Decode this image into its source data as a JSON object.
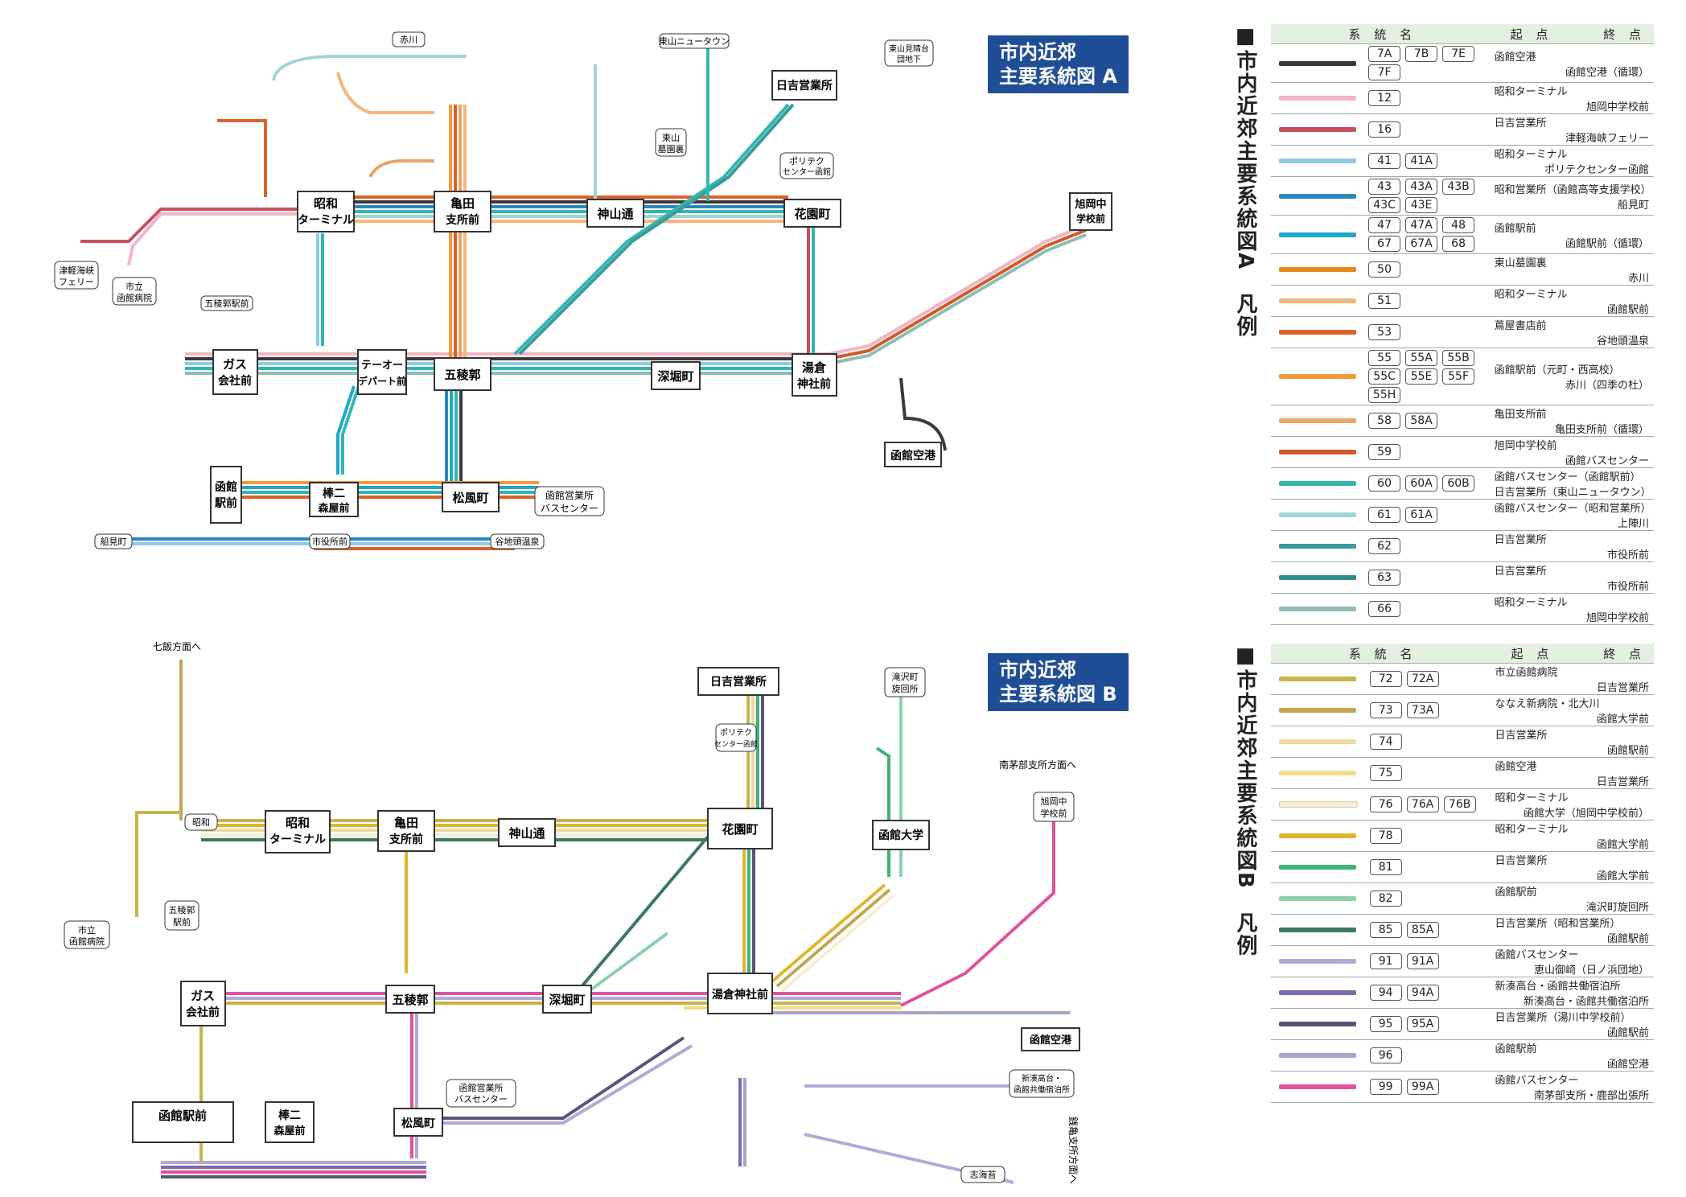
{
  "map_a": {
    "title_line1": "市内近郊",
    "title_line2": "主要系統図 A",
    "hubs": [
      {
        "id": "showa",
        "label1": "昭和",
        "label2": "ターミナル"
      },
      {
        "id": "kameda",
        "label1": "亀田",
        "label2": "支所前"
      },
      {
        "id": "kamiyama",
        "label1": "神山通",
        "label2": ""
      },
      {
        "id": "hanazono",
        "label1": "花園町",
        "label2": ""
      },
      {
        "id": "gas",
        "label1": "ガス",
        "label2": "会社前"
      },
      {
        "id": "teo",
        "label1": "テーオー",
        "label2": "デパート前"
      },
      {
        "id": "goryokaku",
        "label1": "五稜郭",
        "label2": ""
      },
      {
        "id": "fukahori",
        "label1": "深堀町",
        "label2": ""
      },
      {
        "id": "yunokawa",
        "label1": "湯倉",
        "label2": "神社前"
      },
      {
        "id": "hakodate_st",
        "label1": "函館",
        "label2": "駅前"
      },
      {
        "id": "muni",
        "label1": "棒二",
        "label2": "森屋前"
      },
      {
        "id": "matsukaze",
        "label1": "松風町",
        "label2": ""
      },
      {
        "id": "hiyoshi",
        "label1": "日吉営業所",
        "label2": ""
      },
      {
        "id": "asahioka",
        "label1": "旭岡中",
        "label2": "学校前"
      },
      {
        "id": "airport",
        "label1": "函館空港",
        "label2": ""
      }
    ],
    "terminals": [
      {
        "label1": "津軽海峡",
        "label2": "フェリー"
      },
      {
        "label1": "市立",
        "label2": "函館病院"
      },
      {
        "label1": "函館営業所",
        "label2": "バスセンター"
      },
      {
        "label1": "船見町",
        "label2": ""
      },
      {
        "label1": "谷地頭温泉",
        "label2": ""
      },
      {
        "label1": "市役所前",
        "label2": ""
      },
      {
        "label1": "赤川",
        "label2": ""
      },
      {
        "label1": "東山ニュータウン",
        "label2": ""
      },
      {
        "label1": "東山見晴台",
        "label2": "団地下"
      },
      {
        "label1": "東山",
        "label2": "墓園裏"
      },
      {
        "label1": "ポリテク",
        "label2": "センター函館"
      },
      {
        "label1": "五稜郭駅前",
        "label2": ""
      }
    ]
  },
  "map_b": {
    "title_line1": "市内近郊",
    "title_line2": "主要系統図 B",
    "hubs": [
      {
        "id": "showa",
        "label1": "昭和",
        "label2": "ターミナル"
      },
      {
        "id": "kameda",
        "label1": "亀田",
        "label2": "支所前"
      },
      {
        "id": "kamiyama",
        "label1": "神山通",
        "label2": ""
      },
      {
        "id": "hanazono",
        "label1": "花園町",
        "label2": ""
      },
      {
        "id": "gas",
        "label1": "ガス",
        "label2": "会社前"
      },
      {
        "id": "goryokaku",
        "label1": "五稜郭",
        "label2": ""
      },
      {
        "id": "fukahori",
        "label1": "深堀町",
        "label2": ""
      },
      {
        "id": "yunokawa",
        "label1": "湯倉神社前",
        "label2": ""
      },
      {
        "id": "hakodate_st",
        "label1": "函館駅前",
        "label2": ""
      },
      {
        "id": "muni",
        "label1": "棒二",
        "label2": "森屋前"
      },
      {
        "id": "matsukaze",
        "label1": "松風町",
        "label2": ""
      },
      {
        "id": "hiyoshi",
        "label1": "日吉営業所",
        "label2": ""
      },
      {
        "id": "daigaku",
        "label1": "函館大学",
        "label2": ""
      },
      {
        "id": "airport",
        "label1": "函館空港",
        "label2": ""
      },
      {
        "id": "takizawa",
        "label1": "滝沢町",
        "label2": "旋回所"
      },
      {
        "id": "asahioka",
        "label1": "旭岡中",
        "label2": "学校前"
      }
    ],
    "terminals": [
      {
        "label1": "七飯方面へ",
        "label2": ""
      },
      {
        "label1": "南茅部支所方面へ",
        "label2": ""
      },
      {
        "label1": "銭亀支所方面へ",
        "label2": ""
      },
      {
        "label1": "市立",
        "label2": "函館病院"
      },
      {
        "label1": "五稜郭",
        "label2": "駅前"
      },
      {
        "label1": "函館営業所",
        "label2": "バスセンター"
      },
      {
        "label1": "新湊高台・",
        "label2": "函館共働宿泊所"
      },
      {
        "label1": "志海苔",
        "label2": ""
      },
      {
        "label1": "ポリテク",
        "label2": "センター函館"
      },
      {
        "label1": "昭和",
        "label2": ""
      }
    ]
  },
  "legend_a": {
    "heading": "■市内近郊主要系統図A　凡例",
    "col_route": "系 統 名",
    "col_origin": "起 点",
    "col_end": "終 点",
    "rows": [
      {
        "color": "#3a3a3a",
        "routes": [
          "7A",
          "7B",
          "7E",
          "7F"
        ],
        "origin": "函館空港",
        "end": "函館空港（循環）"
      },
      {
        "color": "#f3b5c3",
        "routes": [
          "12"
        ],
        "origin": "昭和ターミナル",
        "end": "旭岡中学校前"
      },
      {
        "color": "#c8505e",
        "routes": [
          "16"
        ],
        "origin": "日吉営業所",
        "end": "津軽海峡フェリー"
      },
      {
        "color": "#8fcbe6",
        "routes": [
          "41",
          "41A"
        ],
        "origin": "昭和ターミナル",
        "end": "ポリテクセンター函館"
      },
      {
        "color": "#2d86bf",
        "routes": [
          "43",
          "43A",
          "43B",
          "43C",
          "43E"
        ],
        "origin": "昭和営業所（函館高等支援学校）",
        "end": "船見町"
      },
      {
        "color": "#1fa8c9",
        "routes": [
          "47",
          "47A",
          "48",
          "67",
          "67A",
          "68"
        ],
        "origin": "函館駅前",
        "end": "函館駅前（循環）"
      },
      {
        "color": "#e8861c",
        "routes": [
          "50"
        ],
        "origin": "東山墓園裏",
        "end": "赤川"
      },
      {
        "color": "#f5b57c",
        "routes": [
          "51"
        ],
        "origin": "昭和ターミナル",
        "end": "函館駅前"
      },
      {
        "color": "#d9622b",
        "routes": [
          "53"
        ],
        "origin": "蔦屋書店前",
        "end": "谷地頭温泉"
      },
      {
        "color": "#ef9a3a",
        "routes": [
          "55",
          "55A",
          "55B",
          "55C",
          "55E",
          "55F",
          "55H"
        ],
        "origin": "函館駅前（元町・西高校）",
        "end": "赤川（四季の杜）"
      },
      {
        "color": "#e8a56a",
        "routes": [
          "58",
          "58A"
        ],
        "origin": "亀田支所前",
        "end": "亀田支所前（循環）"
      },
      {
        "color": "#d2592a",
        "routes": [
          "59"
        ],
        "origin": "旭岡中学校前",
        "end": "函館バスセンター"
      },
      {
        "color": "#33b6b0",
        "routes": [
          "60",
          "60A",
          "60B"
        ],
        "origin": "函館バスセンター（函館駅前）",
        "end": "日吉営業所（東山ニュータウン）"
      },
      {
        "color": "#9fd6d1",
        "routes": [
          "61",
          "61A"
        ],
        "origin": "函館バスセンター（昭和営業所）",
        "end": "上陣川"
      },
      {
        "color": "#3c9a9e",
        "routes": [
          "62"
        ],
        "origin": "日吉営業所",
        "end": "市役所前"
      },
      {
        "color": "#2f8a8c",
        "routes": [
          "63"
        ],
        "origin": "日吉営業所",
        "end": "市役所前"
      },
      {
        "color": "#8fbcb6",
        "routes": [
          "66"
        ],
        "origin": "昭和ターミナル",
        "end": "旭岡中学校前"
      }
    ]
  },
  "legend_b": {
    "heading": "■市内近郊主要系統図B　凡例",
    "col_route": "系 統 名",
    "col_origin": "起 点",
    "col_end": "終 点",
    "rows": [
      {
        "color": "#c7b44a",
        "routes": [
          "72",
          "72A"
        ],
        "origin": "市立函館病院",
        "end": "日吉営業所"
      },
      {
        "color": "#c2a653",
        "routes": [
          "73",
          "73A"
        ],
        "origin": "ななえ新病院・北大川",
        "end": "函館大学前"
      },
      {
        "color": "#efd9a0",
        "routes": [
          "74"
        ],
        "origin": "日吉営業所",
        "end": "函館駅前"
      },
      {
        "color": "#f1dc8a",
        "routes": [
          "75"
        ],
        "origin": "函館空港",
        "end": "日吉営業所"
      },
      {
        "color": "#f5efd2",
        "routes": [
          "76",
          "76A",
          "76B"
        ],
        "origin": "昭和ターミナル",
        "end": "函館大学（旭岡中学校前）"
      },
      {
        "color": "#dfb52e",
        "routes": [
          "78"
        ],
        "origin": "昭和ターミナル",
        "end": "函館大学前"
      },
      {
        "color": "#3fb37a",
        "routes": [
          "81"
        ],
        "origin": "日吉営業所",
        "end": "函館大学前"
      },
      {
        "color": "#8dd0ad",
        "routes": [
          "82"
        ],
        "origin": "函館駅前",
        "end": "滝沢町旋回所"
      },
      {
        "color": "#3a7a5e",
        "routes": [
          "85",
          "85A"
        ],
        "origin": "日吉営業所（昭和営業所）",
        "end": "函館駅前"
      },
      {
        "color": "#b3a9d6",
        "routes": [
          "91",
          "91A"
        ],
        "origin": "函館バスセンター",
        "end": "恵山御崎（日ノ浜団地）"
      },
      {
        "color": "#7b6ab3",
        "routes": [
          "94",
          "94A"
        ],
        "origin": "新湊高台・函館共働宿泊所",
        "end": "新湊高台・函館共働宿泊所"
      },
      {
        "color": "#5c5478",
        "routes": [
          "95",
          "95A"
        ],
        "origin": "日吉営業所（湯川中学校前）",
        "end": "函館駅前"
      },
      {
        "color": "#a8a4c6",
        "routes": [
          "96"
        ],
        "origin": "函館駅前",
        "end": "函館空港"
      },
      {
        "color": "#e0529b",
        "routes": [
          "99",
          "99A"
        ],
        "origin": "函館バスセンター",
        "end": "南茅部支所・鹿部出張所"
      }
    ]
  }
}
